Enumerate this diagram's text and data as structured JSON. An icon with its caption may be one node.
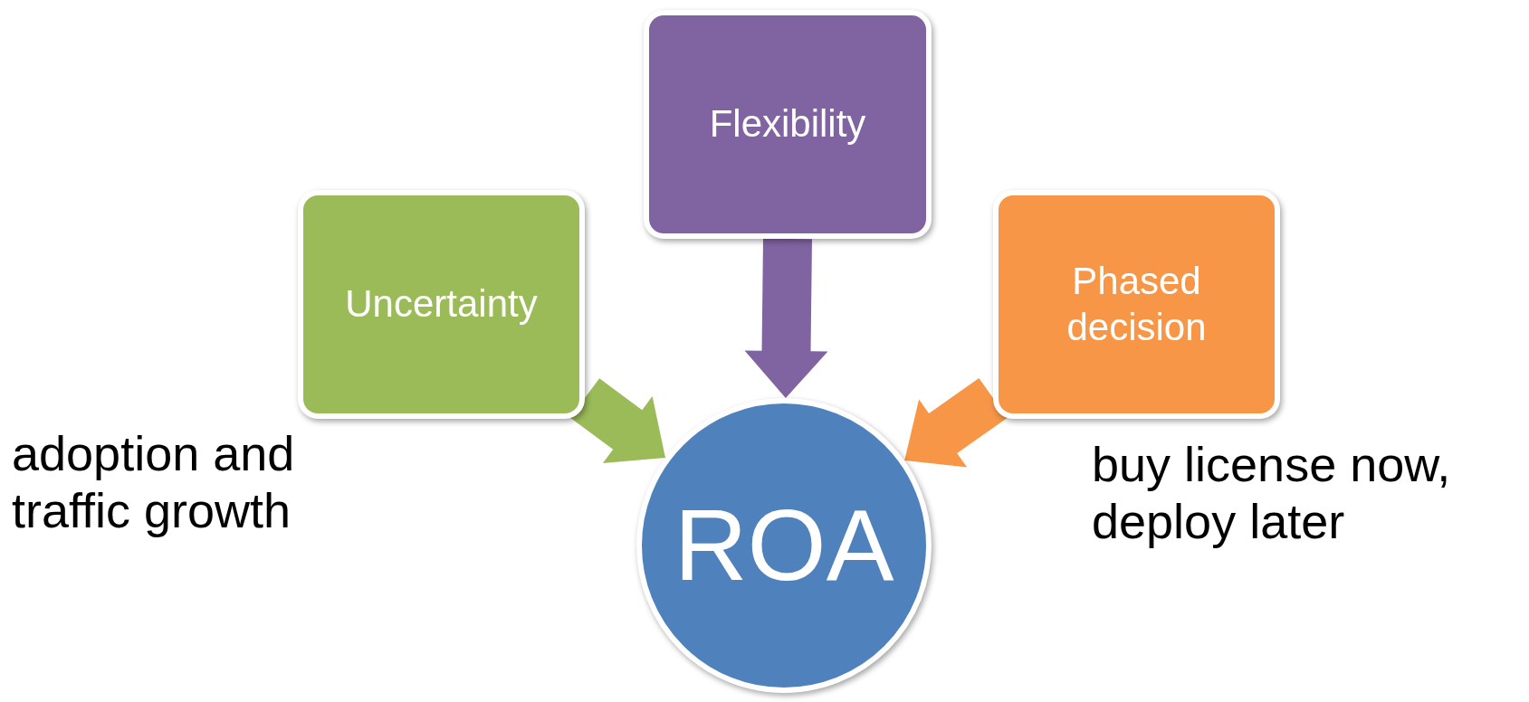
{
  "diagram": {
    "nodes": [
      {
        "text": [
          "Uncertainty"
        ],
        "beside": [
          "adoption and traffic growth"
        ]
      },
      {
        "text": [
          "Flexibility"
        ]
      },
      {
        "text": [
          "Phased decision"
        ],
        "beside": [
          "buy license now, deploy later"
        ]
      },
      {
        "text": [
          "ROA"
        ]
      }
    ],
    "edges": [
      {
        "from": 0,
        "to": 3,
        "arrow": "to",
        "style": "thick",
        "color": "#9bbb59"
      },
      {
        "from": 1,
        "to": 3,
        "arrow": "to",
        "style": "thick",
        "color": "#8064a2"
      },
      {
        "from": 2,
        "to": 3,
        "arrow": "to",
        "style": "thick",
        "color": "#f79646"
      }
    ]
  }
}
